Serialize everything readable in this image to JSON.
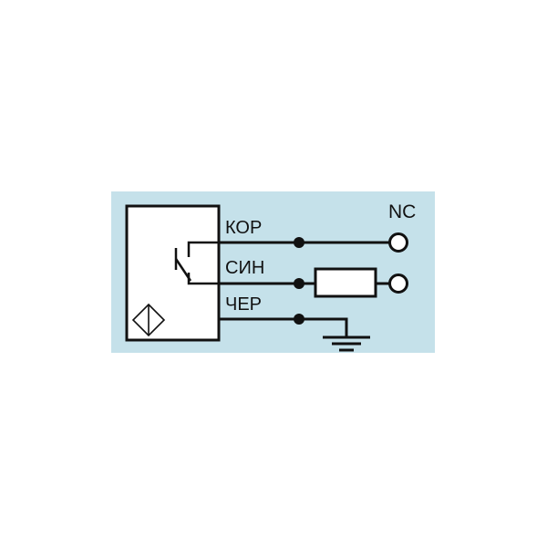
{
  "diagram": {
    "colors": {
      "background": "#c5e1ea",
      "stroke": "#111111",
      "fill_white": "#ffffff"
    },
    "wires": [
      {
        "label": "КОР"
      },
      {
        "label": "СИН"
      },
      {
        "label": "ЧЕР"
      }
    ],
    "terminal_label": "NC",
    "icons": [
      "switch-contact-icon",
      "inductive-sensor-icon",
      "resistor-icon",
      "ground-icon",
      "terminal-circle-icon",
      "junction-dot-icon"
    ]
  }
}
